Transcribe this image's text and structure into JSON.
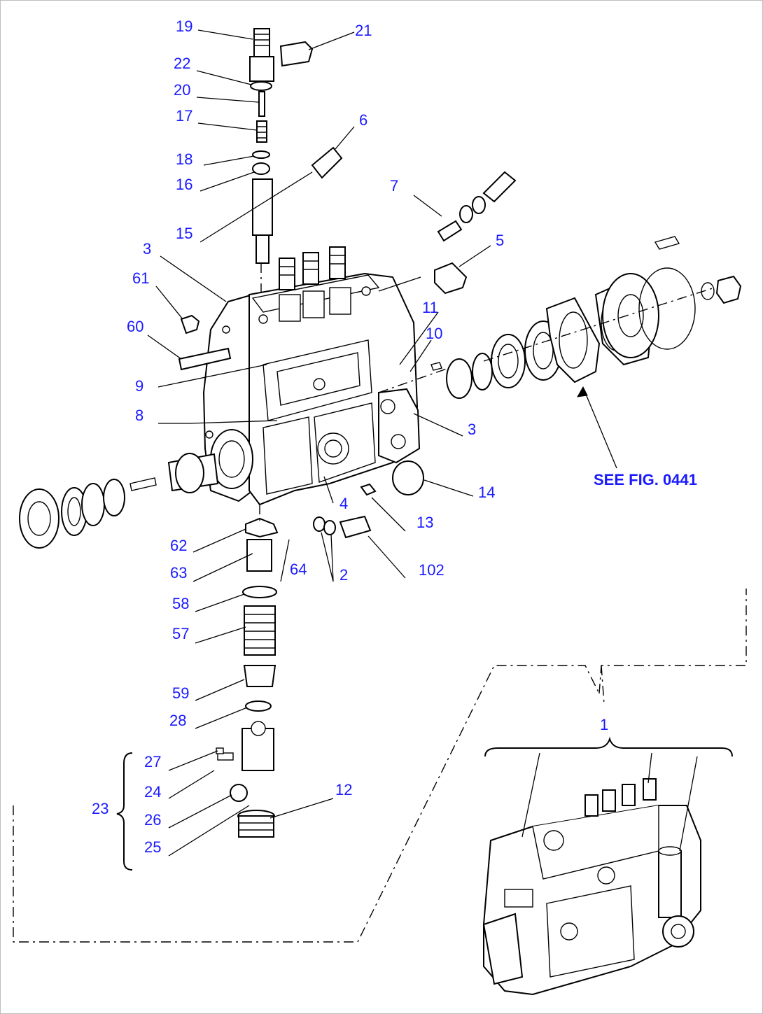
{
  "colors": {
    "callout": "#1a1aff",
    "line": "#000000",
    "background": "#ffffff"
  },
  "callouts": [
    {
      "id": "c19",
      "text": "19"
    },
    {
      "id": "c21",
      "text": "21"
    },
    {
      "id": "c22",
      "text": "22"
    },
    {
      "id": "c20",
      "text": "20"
    },
    {
      "id": "c17",
      "text": "17"
    },
    {
      "id": "c6",
      "text": "6"
    },
    {
      "id": "c18",
      "text": "18"
    },
    {
      "id": "c16",
      "text": "16"
    },
    {
      "id": "c7",
      "text": "7"
    },
    {
      "id": "c15",
      "text": "15"
    },
    {
      "id": "c5",
      "text": "5"
    },
    {
      "id": "c3a",
      "text": "3"
    },
    {
      "id": "c61",
      "text": "61"
    },
    {
      "id": "c11",
      "text": "11"
    },
    {
      "id": "c10",
      "text": "10"
    },
    {
      "id": "c60",
      "text": "60"
    },
    {
      "id": "c9",
      "text": "9"
    },
    {
      "id": "c8",
      "text": "8"
    },
    {
      "id": "c3b",
      "text": "3"
    },
    {
      "id": "c14",
      "text": "14"
    },
    {
      "id": "c4",
      "text": "4"
    },
    {
      "id": "c13",
      "text": "13"
    },
    {
      "id": "c62",
      "text": "62"
    },
    {
      "id": "c63",
      "text": "63"
    },
    {
      "id": "c64",
      "text": "64"
    },
    {
      "id": "c2",
      "text": "2"
    },
    {
      "id": "c102",
      "text": "102"
    },
    {
      "id": "c58",
      "text": "58"
    },
    {
      "id": "c57",
      "text": "57"
    },
    {
      "id": "c59",
      "text": "59"
    },
    {
      "id": "c28",
      "text": "28"
    },
    {
      "id": "c27",
      "text": "27"
    },
    {
      "id": "c24",
      "text": "24"
    },
    {
      "id": "c23",
      "text": "23"
    },
    {
      "id": "c26",
      "text": "26"
    },
    {
      "id": "c25",
      "text": "25"
    },
    {
      "id": "c12",
      "text": "12"
    },
    {
      "id": "c1",
      "text": "1"
    }
  ],
  "reference": {
    "text": "SEE FIG. 0441"
  }
}
